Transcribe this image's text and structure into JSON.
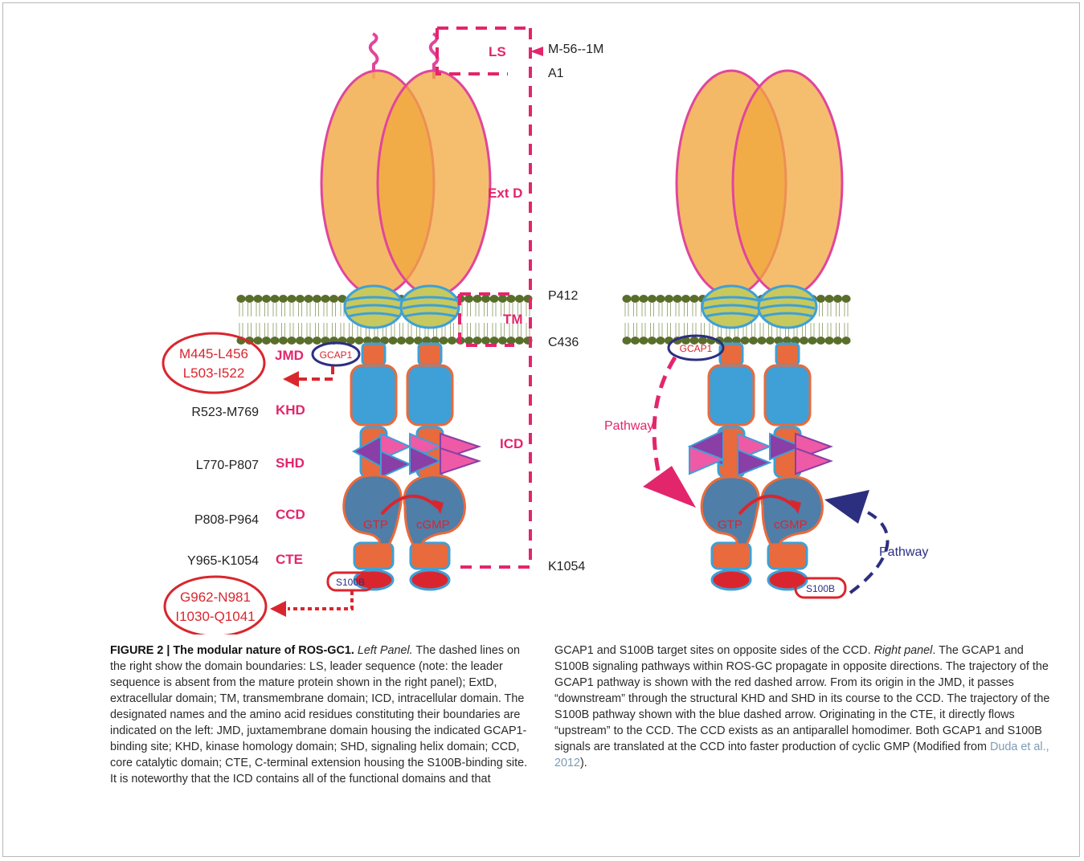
{
  "colors": {
    "magenta": "#e3256b",
    "red": "#d9262e",
    "orange_ellipse": "#f3b155",
    "ellipse_stroke": "#e0469b",
    "membrane_green": "#5a6e2c",
    "helix_yellow": "#c7c85e",
    "domain_blue": "#3ea0d6",
    "domain_orange": "#e96a3c",
    "ccd_gray": "#4f7ea8",
    "triangle_purple": "#8a3fa6",
    "triangle_pink": "#ee5aa6",
    "navy": "#2c2f80",
    "ref_blue": "#7d9bb5"
  },
  "left_panel": {
    "domains": {
      "ls": "LS",
      "extd": "Ext D",
      "tm": "TM",
      "icd": "ICD",
      "jmd": "JMD",
      "khd": "KHD",
      "shd": "SHD",
      "ccd": "CCD",
      "cte": "CTE"
    },
    "boundaries": {
      "ls_range": "M-56--1M",
      "a1": "A1",
      "p412": "P412",
      "c436": "C436",
      "k1054": "K1054"
    },
    "residues": {
      "khd": "R523-M769",
      "shd": "L770-P807",
      "ccd": "P808-P964",
      "cte": "Y965-K1054"
    },
    "gcap1_sites": [
      "M445-L456",
      "L503-I522"
    ],
    "s100b_sites": [
      "G962-N981",
      "I1030-Q1041"
    ],
    "labels": {
      "gcap1": "GCAP1",
      "s100b": "S100B",
      "gtp": "GTP",
      "cgmp": "cGMP"
    }
  },
  "right_panel": {
    "labels": {
      "gcap1": "GCAP1",
      "s100b": "S100B",
      "gtp": "GTP",
      "cgmp": "cGMP",
      "pathway_red": "Pathway",
      "pathway_blue": "Pathway"
    }
  },
  "caption": {
    "fig_label": "FIGURE 2 | ",
    "title": "The modular nature of ROS-GC1.",
    "left_panel_label": "Left Panel.",
    "text_left": " The dashed lines on the right show the domain boundaries: LS, leader sequence (note: the leader sequence is absent from the mature protein shown in the right panel); ExtD, extracellular domain; TM, transmembrane domain; ICD, intracellular domain. The designated names and the amino acid residues constituting their boundaries are indicated on the left: JMD, juxtamembrane domain housing the indicated GCAP1-binding site; KHD, kinase homology domain; SHD, signaling helix domain; CCD, core catalytic domain; CTE, C-terminal extension housing the S100B-binding site. It is noteworthy that the ICD contains all of the functional domains and that",
    "text_right_a": "GCAP1 and S100B target sites on opposite sides of the CCD. ",
    "right_panel_label": "Right panel",
    "text_right_b": ". The GCAP1 and S100B signaling pathways within ROS-GC propagate in opposite directions. The trajectory of the GCAP1 pathway is shown with the red dashed arrow. From its origin in the JMD, it passes “downstream” through the structural KHD and SHD in its course to the CCD. The trajectory of the S100B pathway shown with the blue dashed arrow. Originating in the CTE, it directly flows “upstream” to the CCD. The CCD exists as an antiparallel homodimer. Both GCAP1 and S100B signals are translated at the CCD into faster production of cyclic GMP (Modified from ",
    "reference": "Duda et al., 2012",
    "text_right_c": ")."
  }
}
